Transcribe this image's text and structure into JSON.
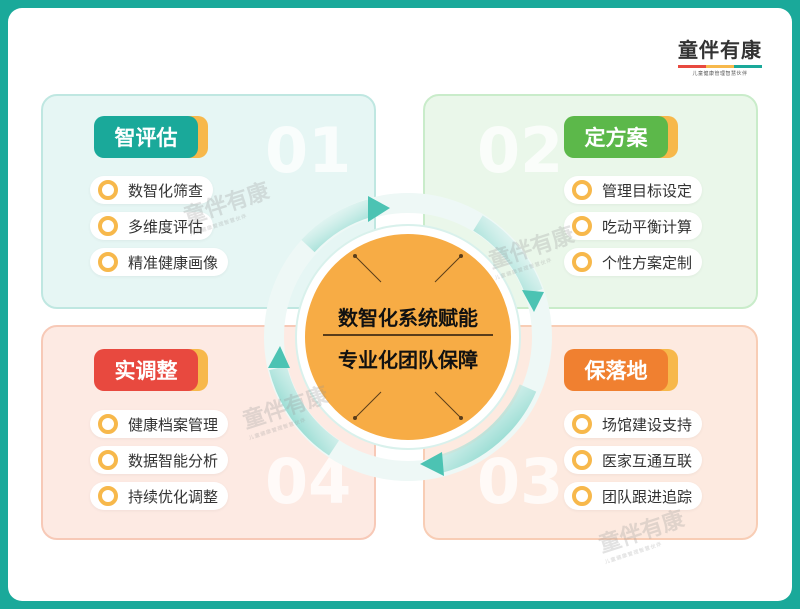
{
  "brand": {
    "name": "童伴有康",
    "subtitle": "儿童健康管理智慧伙伴",
    "colors": [
      "#e8493f",
      "#f7b84b",
      "#1aa99a"
    ]
  },
  "center": {
    "line1": "数智化系统赋能",
    "line2": "专业化团队保障"
  },
  "quadrants": [
    {
      "number": "01",
      "title": "智评估",
      "color": "#1aa99a",
      "items": [
        "数智化筛查",
        "多维度评估",
        "精准健康画像"
      ]
    },
    {
      "number": "02",
      "title": "定方案",
      "color": "#5cb84a",
      "items": [
        "管理目标设定",
        "吃动平衡计算",
        "个性方案定制"
      ]
    },
    {
      "number": "04",
      "title": "实调整",
      "color": "#e8493f",
      "items": [
        "健康档案管理",
        "数据智能分析",
        "持续优化调整"
      ]
    },
    {
      "number": "03",
      "title": "保落地",
      "color": "#f08030",
      "items": [
        "场馆建设支持",
        "医家互通互联",
        "团队跟进追踪"
      ]
    }
  ],
  "watermark": {
    "text": "童伴有康",
    "sub": "儿童健康管理智慧伙伴"
  },
  "accent": "#f7b84b"
}
